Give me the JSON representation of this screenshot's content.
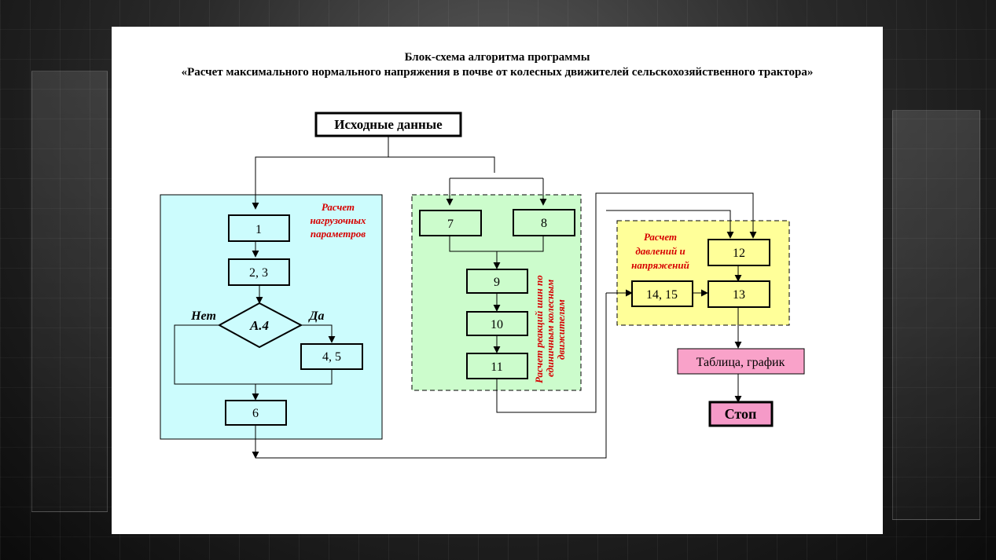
{
  "slide": {
    "title_line1": "Блок-схема алгоритма программы",
    "title_line2": "«Расчет максимального нормального напряжения в почве от колесных движителей сельскохозяйственного трактора»"
  },
  "diagram": {
    "start": "Исходные данные",
    "group_load": {
      "caption": [
        "Расчет",
        "нагрузочных",
        "параметров"
      ],
      "block1": "1",
      "block23": "2, 3",
      "decision": "A.4",
      "no": "Нет",
      "yes": "Да",
      "block45": "4, 5",
      "block6": "6"
    },
    "group_reactions": {
      "caption": [
        "Расчет реакций шин по",
        "единичным колесным",
        "движителям"
      ],
      "block7": "7",
      "block8": "8",
      "block9": "9",
      "block10": "10",
      "block11": "11"
    },
    "group_pressure": {
      "caption": [
        "Расчет",
        "давлений и",
        "напряжений"
      ],
      "block12": "12",
      "block1415": "14, 15",
      "block13": "13"
    },
    "output": "Таблица, график",
    "stop": "Стоп"
  },
  "colors": {
    "load_group": "#ccfcfd",
    "reactions_group": "#ccfccc",
    "pressure_group": "#ffff99",
    "output_block": "#f9a2c9",
    "stop_block": "#f59ac8",
    "caption": "#d60000"
  }
}
